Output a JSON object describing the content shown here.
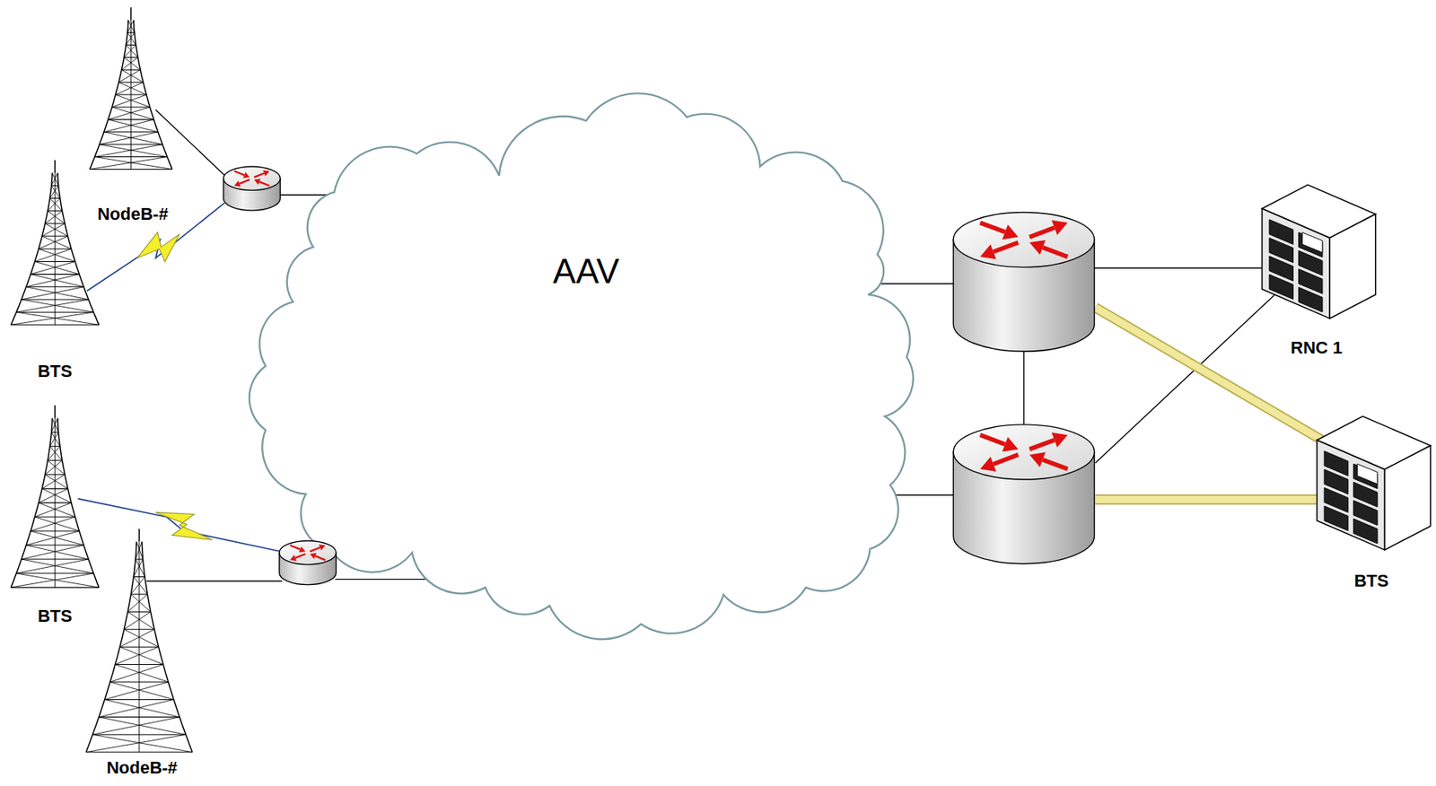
{
  "diagram": {
    "nodes": [
      {
        "text": [
          "NodeB-#"
        ]
      },
      {
        "text": [
          "BTS"
        ]
      },
      {
        "text": [
          "AAV"
        ]
      },
      {
        "text": [
          "RNC 1"
        ]
      },
      {
        "text": [
          "BTS"
        ]
      },
      {
        "text": [
          "BTS"
        ]
      },
      {
        "text": [
          "NodeB-#"
        ]
      }
    ]
  }
}
